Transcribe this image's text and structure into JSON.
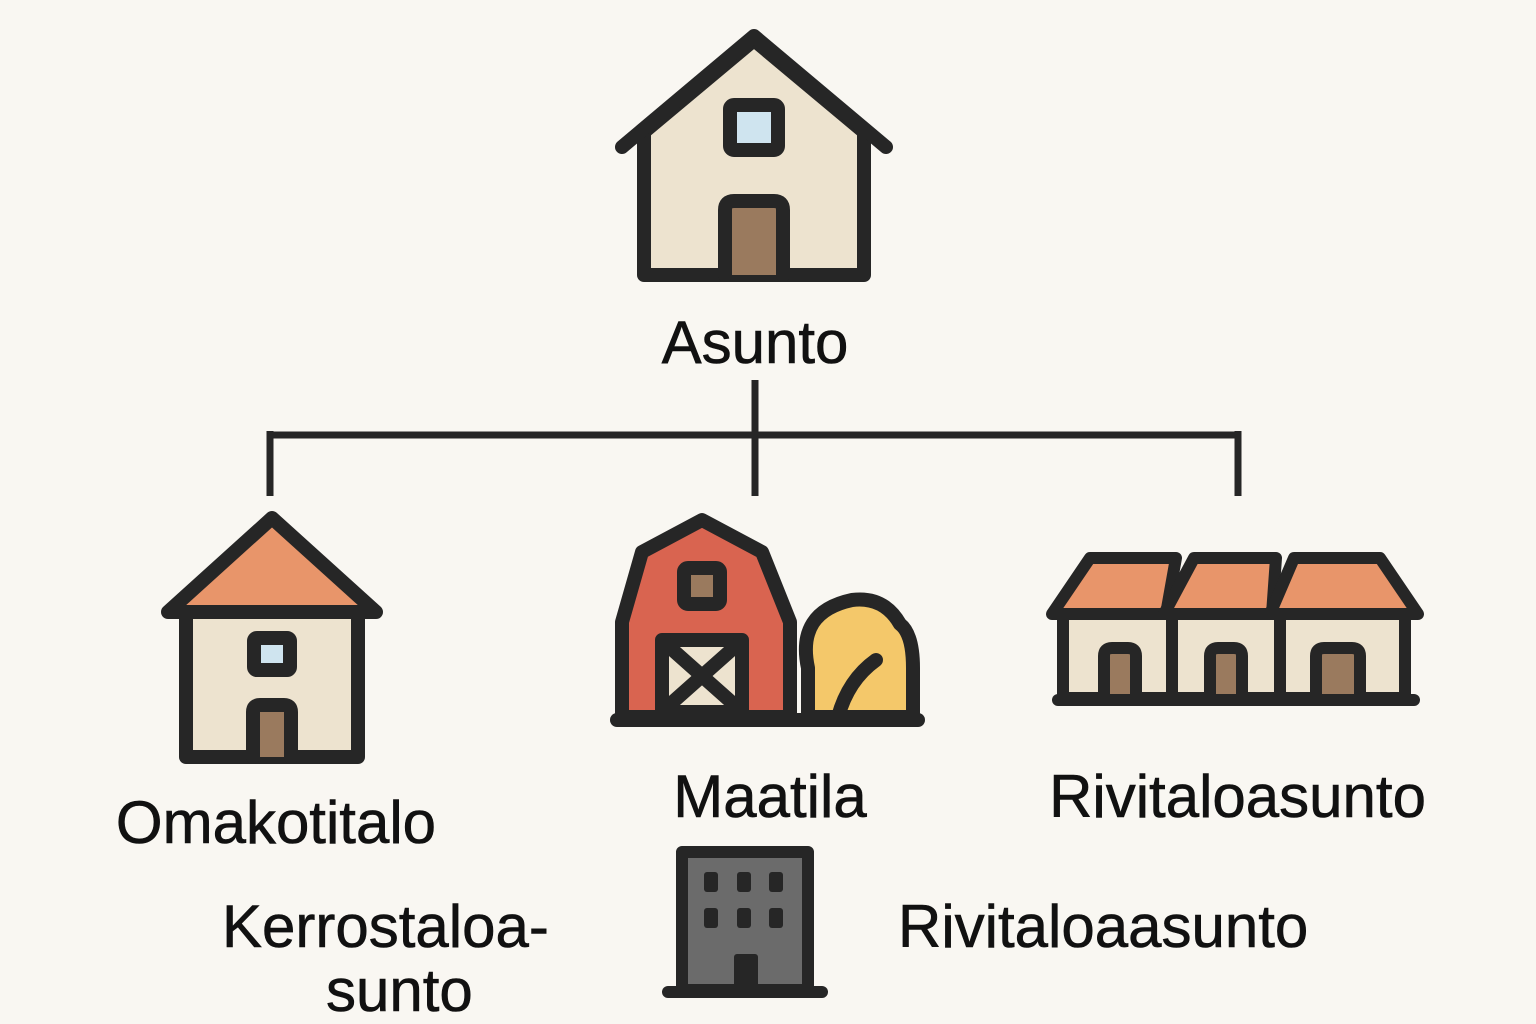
{
  "nodes": {
    "root": {
      "label": "Asunto",
      "icon": "house-icon"
    },
    "omakotitalo": {
      "label": "Omakotitalo",
      "icon": "detached-house-icon"
    },
    "maatila": {
      "label": "Maatila",
      "icon": "barn-icon"
    },
    "rivitalo_top": {
      "label": "Rivitaloasunto",
      "icon": "row-houses-icon"
    },
    "kerrostalo": {
      "label_line1": "Kerrostaloa-",
      "label_line2": "sunto",
      "icon": "apartment-building-icon"
    },
    "rivitalo_bottom": {
      "label": "Rivitaloaasunto"
    }
  },
  "colors": {
    "background": "#f9f7f2",
    "outline": "#262626",
    "wall": "#ede3cf",
    "roof": "#e8956a",
    "door": "#9a7a5e",
    "window": "#d4e9f2",
    "barn_red": "#d96450",
    "hay": "#f4c86a",
    "building_gray": "#6b6b6b"
  }
}
